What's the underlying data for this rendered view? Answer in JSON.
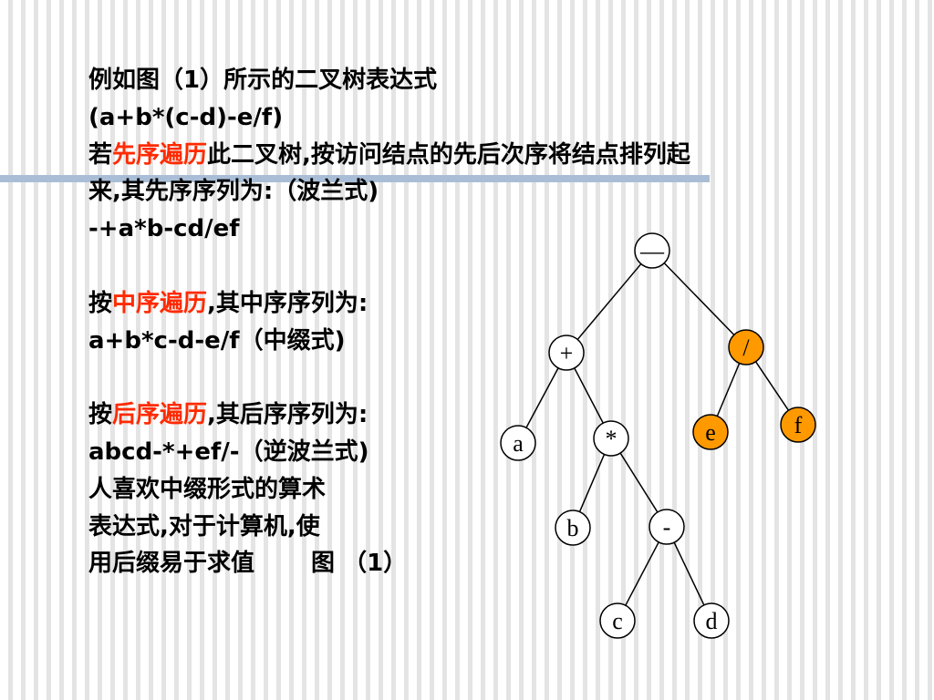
{
  "text": {
    "l1": "例如图（1）所示的二叉树表达式",
    "l2": "(a+b*(c-d)-e/f)",
    "l3_pre": "若",
    "l3_hl": "先序遍历",
    "l3_post": "此二叉树,按访问结点的先后次序将结点排列起",
    "l4": "来,其先序序列为:（波兰式)",
    "l5": "-+a*b-cd/ef",
    "l6_pre": "按",
    "l6_hl": "中序遍历",
    "l6_post": ",其中序序列为:",
    "l7": "a+b*c-d-e/f（中缀式)",
    "l8_pre": "按",
    "l8_hl": "后序遍历",
    "l8_post": ",其后序序列为:",
    "l9": "abcd-*+ef/-（逆波兰式)",
    "l10": "人喜欢中缀形式的算术",
    "l11": "表达式,对于计算机,使",
    "l12_a": "用后缀易于求值",
    "l12_b": "图 （1）"
  },
  "tree": {
    "nodes": [
      {
        "id": "minus",
        "label": "—",
        "highlight": false
      },
      {
        "id": "plus",
        "label": "+",
        "highlight": false
      },
      {
        "id": "div",
        "label": "/",
        "highlight": true
      },
      {
        "id": "a",
        "label": "a",
        "highlight": false
      },
      {
        "id": "mul",
        "label": "*",
        "highlight": false
      },
      {
        "id": "e",
        "label": "e",
        "highlight": true
      },
      {
        "id": "f",
        "label": "f",
        "highlight": true
      },
      {
        "id": "b",
        "label": "b",
        "highlight": false
      },
      {
        "id": "sub",
        "label": "-",
        "highlight": false
      },
      {
        "id": "c",
        "label": "c",
        "highlight": false
      },
      {
        "id": "d",
        "label": "d",
        "highlight": false
      }
    ],
    "edges": [
      [
        "minus",
        "plus"
      ],
      [
        "minus",
        "div"
      ],
      [
        "plus",
        "a"
      ],
      [
        "plus",
        "mul"
      ],
      [
        "div",
        "e"
      ],
      [
        "div",
        "f"
      ],
      [
        "mul",
        "b"
      ],
      [
        "mul",
        "sub"
      ],
      [
        "sub",
        "c"
      ],
      [
        "sub",
        "d"
      ]
    ]
  },
  "colors": {
    "highlight_text": "#ff2a00",
    "node_highlight_fill": "#ff9900",
    "node_fill": "#ffffff",
    "accent_bar": "#a9bed6"
  }
}
